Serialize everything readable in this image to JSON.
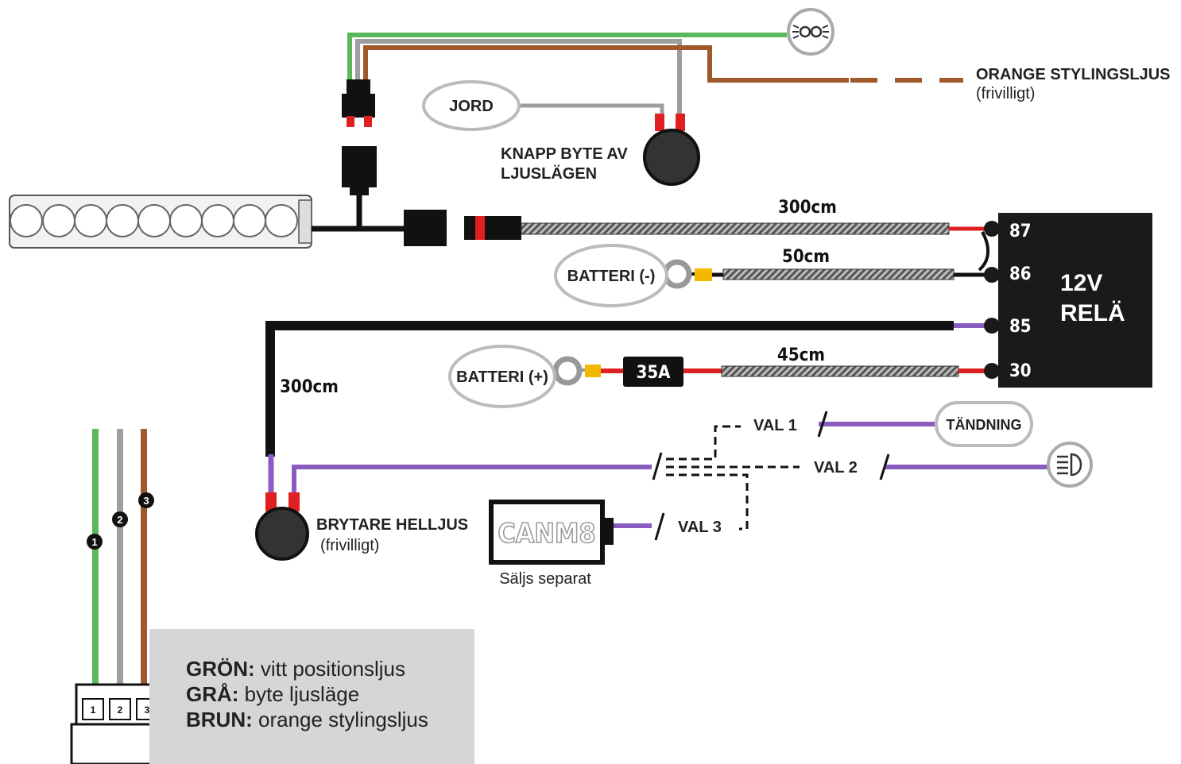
{
  "labels": {
    "orange_styling": "ORANGE STYLINGSLJUS",
    "orange_styling_note": "(frivilligt)",
    "jord": "JORD",
    "knapp_line1": "KNAPP BYTE AV",
    "knapp_line2": "LJUSLÄGEN",
    "batteri_minus": "BATTERI (-)",
    "batteri_plus": "BATTERI (+)",
    "len_300_top": "300cm",
    "len_50": "50cm",
    "len_45": "45cm",
    "len_300_left": "300cm",
    "fuse": "35A",
    "relay_line1": "12V",
    "relay_line2": "RELÄ",
    "pin_87": "87",
    "pin_86": "86",
    "pin_85": "85",
    "pin_30": "30",
    "val1": "VAL 1",
    "val2": "VAL 2",
    "val3": "VAL 3",
    "tandning": "TÄNDNING",
    "brytare_line1": "BRYTARE HELLJUS",
    "brytare_note": "(frivilligt)",
    "canm8": "CANM8",
    "sold_separately": "Säljs separat"
  },
  "connector_numbers": [
    "1",
    "2",
    "3"
  ],
  "legend": [
    {
      "key": "GRÖN:",
      "text": "vitt positionsljus"
    },
    {
      "key": "GRÅ:",
      "text": "byte ljusläge"
    },
    {
      "key": "BRUN:",
      "text": "orange stylingsljus"
    }
  ],
  "colors": {
    "green_wire": "#5cb85c",
    "grey_wire": "#9e9e9e",
    "brown_wire": "#a0592a",
    "purple_wire": "#8b5cc0",
    "red_wire": "#e02020",
    "black_wire": "#111111",
    "relay": "#1a1a1a",
    "legend_bg": "#d6d6d6",
    "fuse_terminal": "#f5b800"
  },
  "icons": {
    "position_light": "position-light-icon",
    "high_beam": "high-beam-icon"
  }
}
